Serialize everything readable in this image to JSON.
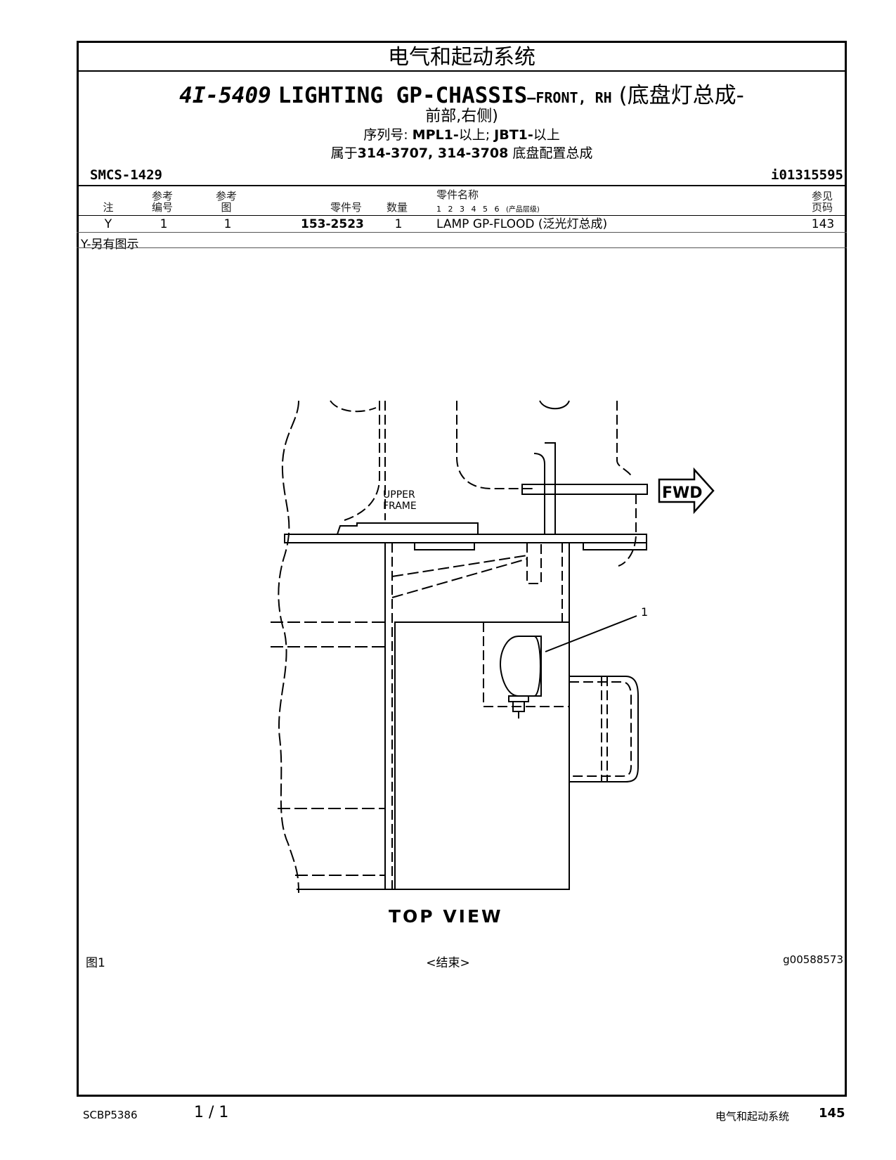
{
  "header": {
    "section_title": "电气和起动系统",
    "part_number": "4I-5409",
    "title_en_main": "LIGHTING GP-CHASSIS",
    "title_en_small": "—FRONT, RH",
    "title_cn_open": "(底盘灯总成-",
    "title_cn_line2": "前部,右侧)",
    "serial_label": "序列号:",
    "serial_1": "MPL1-",
    "serial_1_suffix": "以上;",
    "serial_2": "JBT1-",
    "serial_2_suffix": "以上",
    "belongs_prefix": "属于",
    "belongs_numbers": "314-3707, 314-3708",
    "belongs_suffix": "底盘配置总成",
    "smcs": "SMCS-1429",
    "ident": "i01315595"
  },
  "table": {
    "headers": {
      "note": "注",
      "ref_no_top": "参考",
      "ref_no_bottom": "编号",
      "ref_fig_top": "参考",
      "ref_fig_bottom": "图",
      "part_no": "零件号",
      "qty": "数量",
      "part_name": "零件名称",
      "levels": "1 2 3 4 5 6",
      "levels_note": "(产品层级)",
      "page_top": "参见",
      "page_bottom": "页码"
    },
    "rows": [
      {
        "note": "Y",
        "ref_no": "1",
        "ref_fig": "1",
        "part_no": "153-2523",
        "qty": "1",
        "name": "LAMP GP-FLOOD (泛光灯总成)",
        "page": "143"
      }
    ],
    "footnote": "Y-另有图示"
  },
  "figure": {
    "callout": "1",
    "upper_frame_line1": "UPPER",
    "upper_frame_line2": "FRAME",
    "fwd": "FWD",
    "view_label": "TOP VIEW",
    "fig_label": "图1",
    "end_mark": "<结束>",
    "graphic_id": "g00588573"
  },
  "footer": {
    "doc_id": "SCBP5386",
    "page": "1 / 1",
    "section": "电气和起动系统",
    "page_number": "145"
  }
}
